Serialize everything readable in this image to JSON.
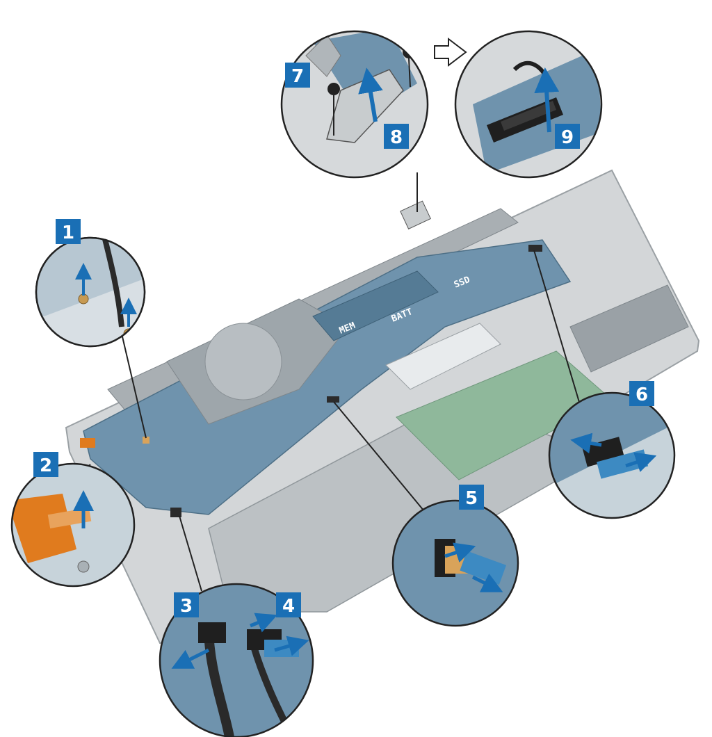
{
  "diagram": {
    "step_badges": [
      "1",
      "2",
      "3",
      "4",
      "5",
      "6",
      "7",
      "8",
      "9"
    ],
    "board_labels": {
      "ssd": "SSD",
      "batt": "BATT",
      "mem": "MEM"
    },
    "colors": {
      "badge": "#1a6fb5",
      "arrow": "#1a6fb5",
      "board": "#5f86a3",
      "chassis": "#c9cdd0",
      "touchpad": "#7fa98c",
      "flex_cable": "#e07b1e"
    },
    "icons": [
      "lift-arrow-icon",
      "slide-arrow-icon",
      "next-step-arrow-icon",
      "screw-icon"
    ]
  }
}
